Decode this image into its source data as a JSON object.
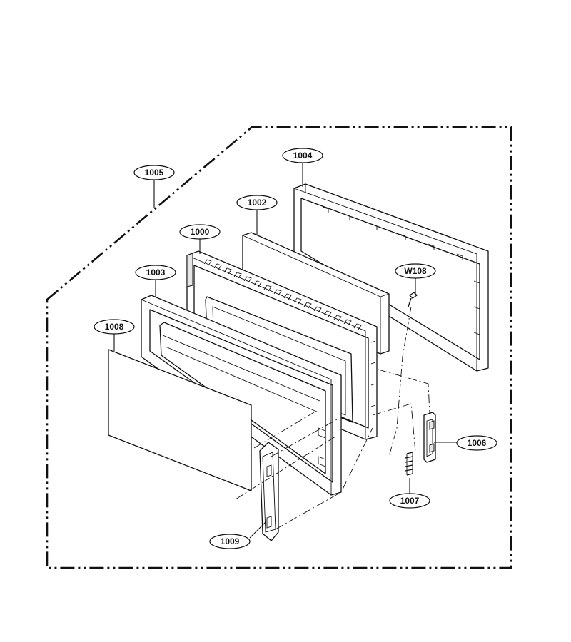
{
  "diagram": {
    "callouts": [
      {
        "id": "c1005",
        "text": "1005"
      },
      {
        "id": "c1004",
        "text": "1004"
      },
      {
        "id": "c1002",
        "text": "1002"
      },
      {
        "id": "c1000",
        "text": "1000"
      },
      {
        "id": "c1003",
        "text": "1003"
      },
      {
        "id": "c1008",
        "text": "1008"
      },
      {
        "id": "cW108",
        "text": "W108"
      },
      {
        "id": "c1006",
        "text": "1006"
      },
      {
        "id": "c1007",
        "text": "1007"
      },
      {
        "id": "c1009",
        "text": "1009"
      }
    ]
  }
}
